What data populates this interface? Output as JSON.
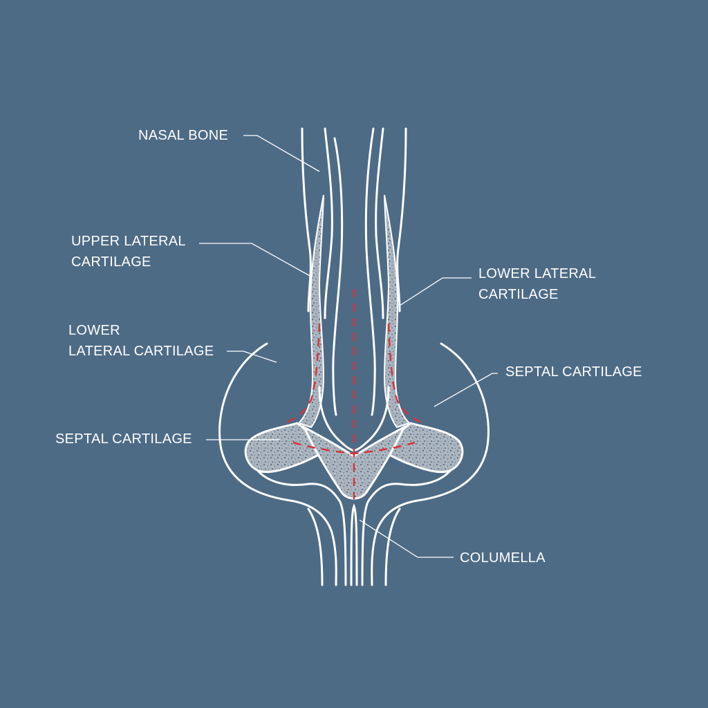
{
  "colors": {
    "background": "#4e6b86",
    "line": "#ffffff",
    "cartilage_fill": "#a9b4bf",
    "cartilage_speckle": "#5e6e7e",
    "incision": "#d9323a"
  },
  "labels": {
    "nasal_bone": "NASAL BONE",
    "upper_lateral_cartilage": "UPPER LATERAL\nCARTILAGE",
    "lower_lateral_cartilage_right": "LOWER LATERAL\nCARTILAGE",
    "lower_lateral_cartilage_left": "LOWER\nLATERAL CARTILAGE",
    "septal_cartilage_right": "SEPTAL CARTILAGE",
    "septal_cartilage_left": "SEPTAL CARTILAGE",
    "columella": "COLUMELLA"
  }
}
